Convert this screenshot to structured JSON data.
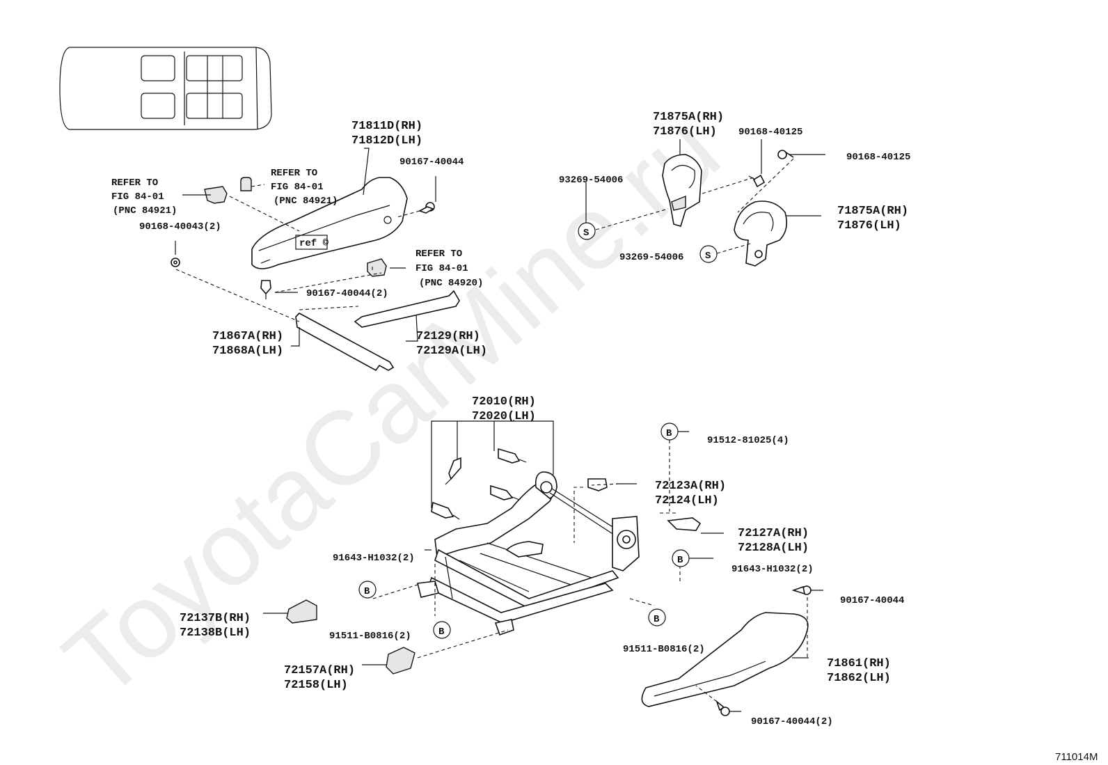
{
  "watermark": "ToyotaCarMine.ru",
  "figure_code": "711014M",
  "labels": {
    "l71811": [
      "71811D(RH)",
      "71812D(LH)"
    ],
    "l90167a": "90167-40044",
    "lrefer1": [
      "REFER TO",
      "FIG 84-01",
      "(PNC 84921)"
    ],
    "lrefer2": [
      "REFER TO",
      "FIG 84-01",
      "(PNC 84921)"
    ],
    "lrefer3": [
      "REFER TO",
      "FIG 84-01",
      "(PNC 84920)"
    ],
    "l90168_2": "90168-40043(2)",
    "l90167_2": "90167-40044(2)",
    "l71867": [
      "71867A(RH)",
      "71868A(LH)"
    ],
    "l72129": [
      "72129(RH)",
      "72129A(LH)"
    ],
    "l71875top": [
      "71875A(RH)",
      "71876(LH)"
    ],
    "l90168a": "90168-40125",
    "l90168b": "90168-40125",
    "l93269a": "93269-54006",
    "l93269b": "93269-54006",
    "l71875right": [
      "71875A(RH)",
      "71876(LH)"
    ],
    "l72010": [
      "72010(RH)",
      "72020(LH)"
    ],
    "l91512": "91512-81025(4)",
    "l72123": [
      "72123A(RH)",
      "72124(LH)"
    ],
    "l72127": [
      "72127A(RH)",
      "72128A(LH)"
    ],
    "l91643a": "91643-H1032(2)",
    "l91643b": "91643-H1032(2)",
    "l72137": [
      "72137B(RH)",
      "72138B(LH)"
    ],
    "l91511a": "91511-B0816(2)",
    "l91511b": "91511-B0816(2)",
    "l72157": [
      "72157A(RH)",
      "72158(LH)"
    ],
    "l90167c": "90167-40044",
    "l71861": [
      "71861(RH)",
      "71862(LH)"
    ],
    "l90167d": "90167-40044(2)"
  },
  "markers": {
    "s": "S",
    "b": "B"
  },
  "part_text": "ref ©"
}
